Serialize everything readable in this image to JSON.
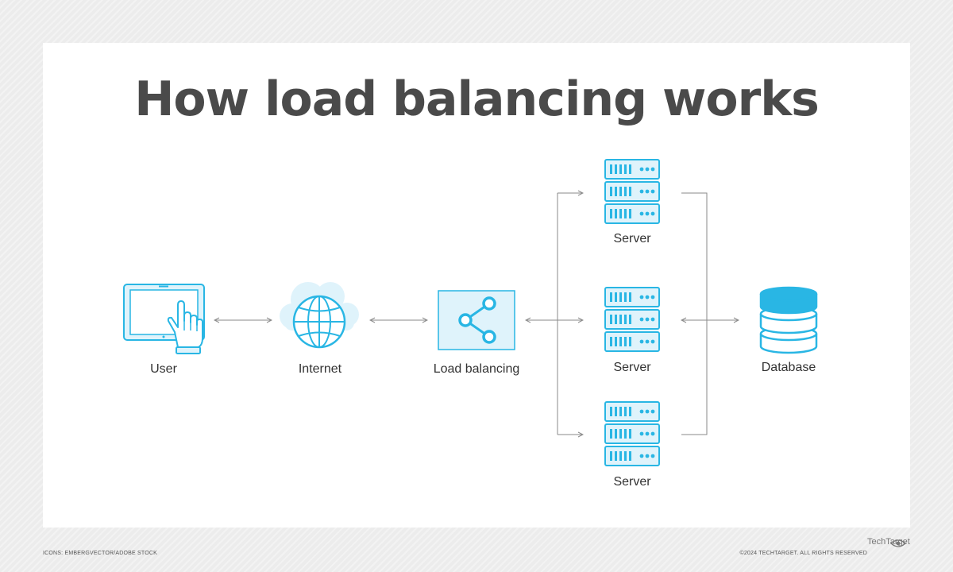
{
  "title": "How load balancing works",
  "nodes": {
    "user": "User",
    "internet": "Internet",
    "load_balancer": "Load balancing",
    "server_top": "Server",
    "server_middle": "Server",
    "server_bottom": "Server",
    "database": "Database"
  },
  "footer": {
    "icons_credit": "ICONS: EMBERGVECTOR/ADOBE STOCK",
    "copyright": "©2024 TECHTARGET. ALL RIGHTS RESERVED",
    "brand": "TechTarget"
  },
  "colors": {
    "accent": "#29b6e4",
    "accent_fill": "#dff3fb",
    "title": "#4a4a4a",
    "connector": "#8a8a8a"
  }
}
